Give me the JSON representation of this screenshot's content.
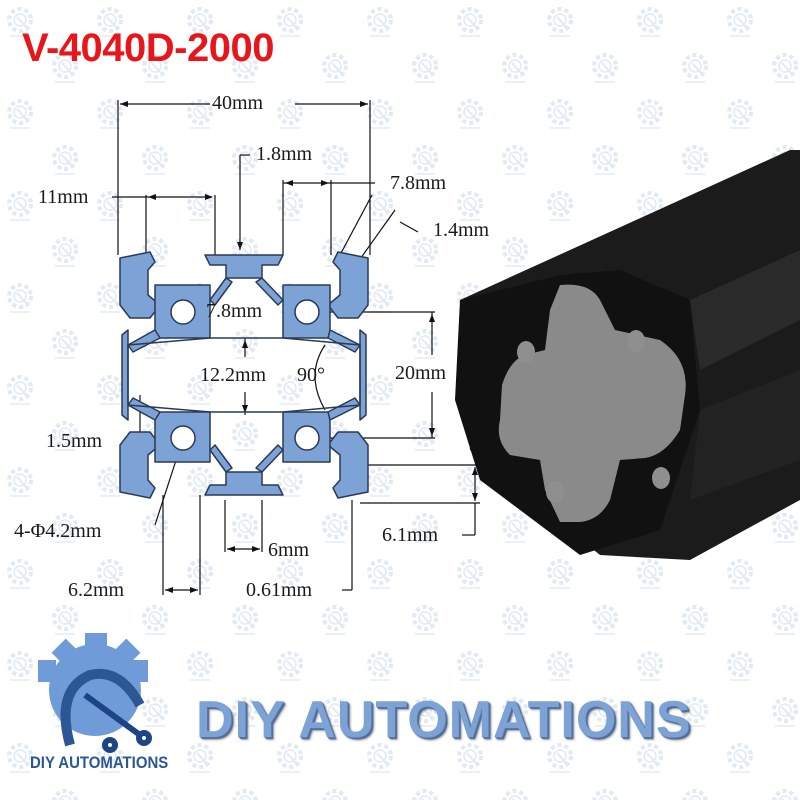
{
  "title": "V-4040D-2000",
  "colors": {
    "title": "#e8161b",
    "profile_fill": "#7da3d6",
    "profile_stroke": "#2a3a55",
    "brand": "#7da3d6",
    "logo_dark": "#2d5694"
  },
  "dimensions": {
    "width_40": "40mm",
    "slot_1_8": "1.8mm",
    "slot_11": "11mm",
    "slot_7_8_top": "7.8mm",
    "wall_1_4": "1.4mm",
    "inner_7_8": "7.8mm",
    "core_12_2": "12.2mm",
    "angle_90": "90°",
    "pitch_20": "20mm",
    "wall_1_5": "1.5mm",
    "holes": "4-Φ4.2mm",
    "slot_6": "6mm",
    "depth_6_1": "6.1mm",
    "opening_6_2": "6.2mm",
    "lip_0_61": "0.61mm"
  },
  "brand": {
    "name": "DIY AUTOMATIONS",
    "logo_caption": "DIY AUTOMATIONS",
    "icons": [
      "gear-icon",
      "wrench-icon"
    ]
  }
}
